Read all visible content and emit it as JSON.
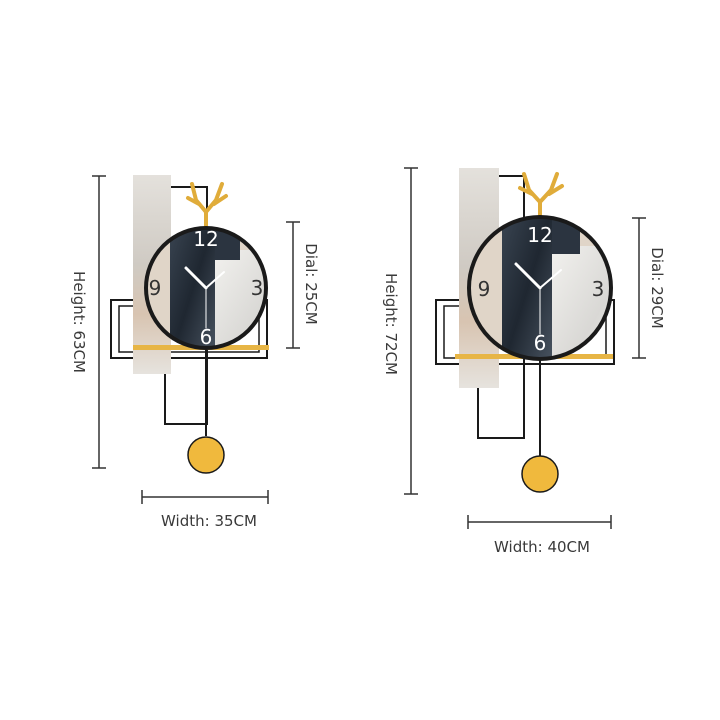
{
  "clocks": [
    {
      "height_label": "Height: 63CM",
      "dial_label": "Dial: 25CM",
      "width_label": "Width: 35CM",
      "numerals": {
        "twelve": "12",
        "three": "3",
        "six": "6",
        "nine": "9"
      }
    },
    {
      "height_label": "Height: 72CM",
      "dial_label": "Dial: 29CM",
      "width_label": "Width: 40CM",
      "numerals": {
        "twelve": "12",
        "three": "3",
        "six": "6",
        "nine": "9"
      }
    }
  ],
  "colors": {
    "frame": "#1a1a1a",
    "gold": "#e7b545",
    "marble_dark": "#2b3440",
    "marble_light": "#e8e6e2",
    "panel": "#d9d5cf",
    "panel_beige": "#d8c8b6",
    "dimension_line": "#333333"
  }
}
